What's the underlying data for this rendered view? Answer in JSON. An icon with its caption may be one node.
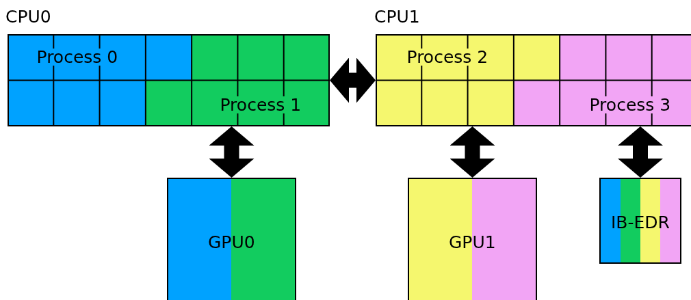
{
  "diagram": {
    "nodes": [
      {
        "text": [
          "CPU0"
        ]
      },
      {
        "text": [
          "Process 0"
        ],
        "in": 0
      },
      {
        "text": [
          "Process 1"
        ],
        "in": 0
      },
      {
        "text": [
          "CPU1"
        ]
      },
      {
        "text": [
          "Process 2"
        ],
        "in": 3
      },
      {
        "text": [
          "Process 3"
        ],
        "in": 3
      },
      {
        "text": [
          "GPU0"
        ]
      },
      {
        "text": [
          "GPU1"
        ]
      },
      {
        "text": [
          "IB-EDR"
        ]
      }
    ],
    "edges": [
      {
        "from": 0,
        "to": 3,
        "arrow": "both"
      },
      {
        "from": 0,
        "to": 6,
        "arrow": "both"
      },
      {
        "from": 3,
        "to": 7,
        "arrow": "both"
      },
      {
        "from": 3,
        "to": 8,
        "arrow": "both"
      }
    ]
  }
}
